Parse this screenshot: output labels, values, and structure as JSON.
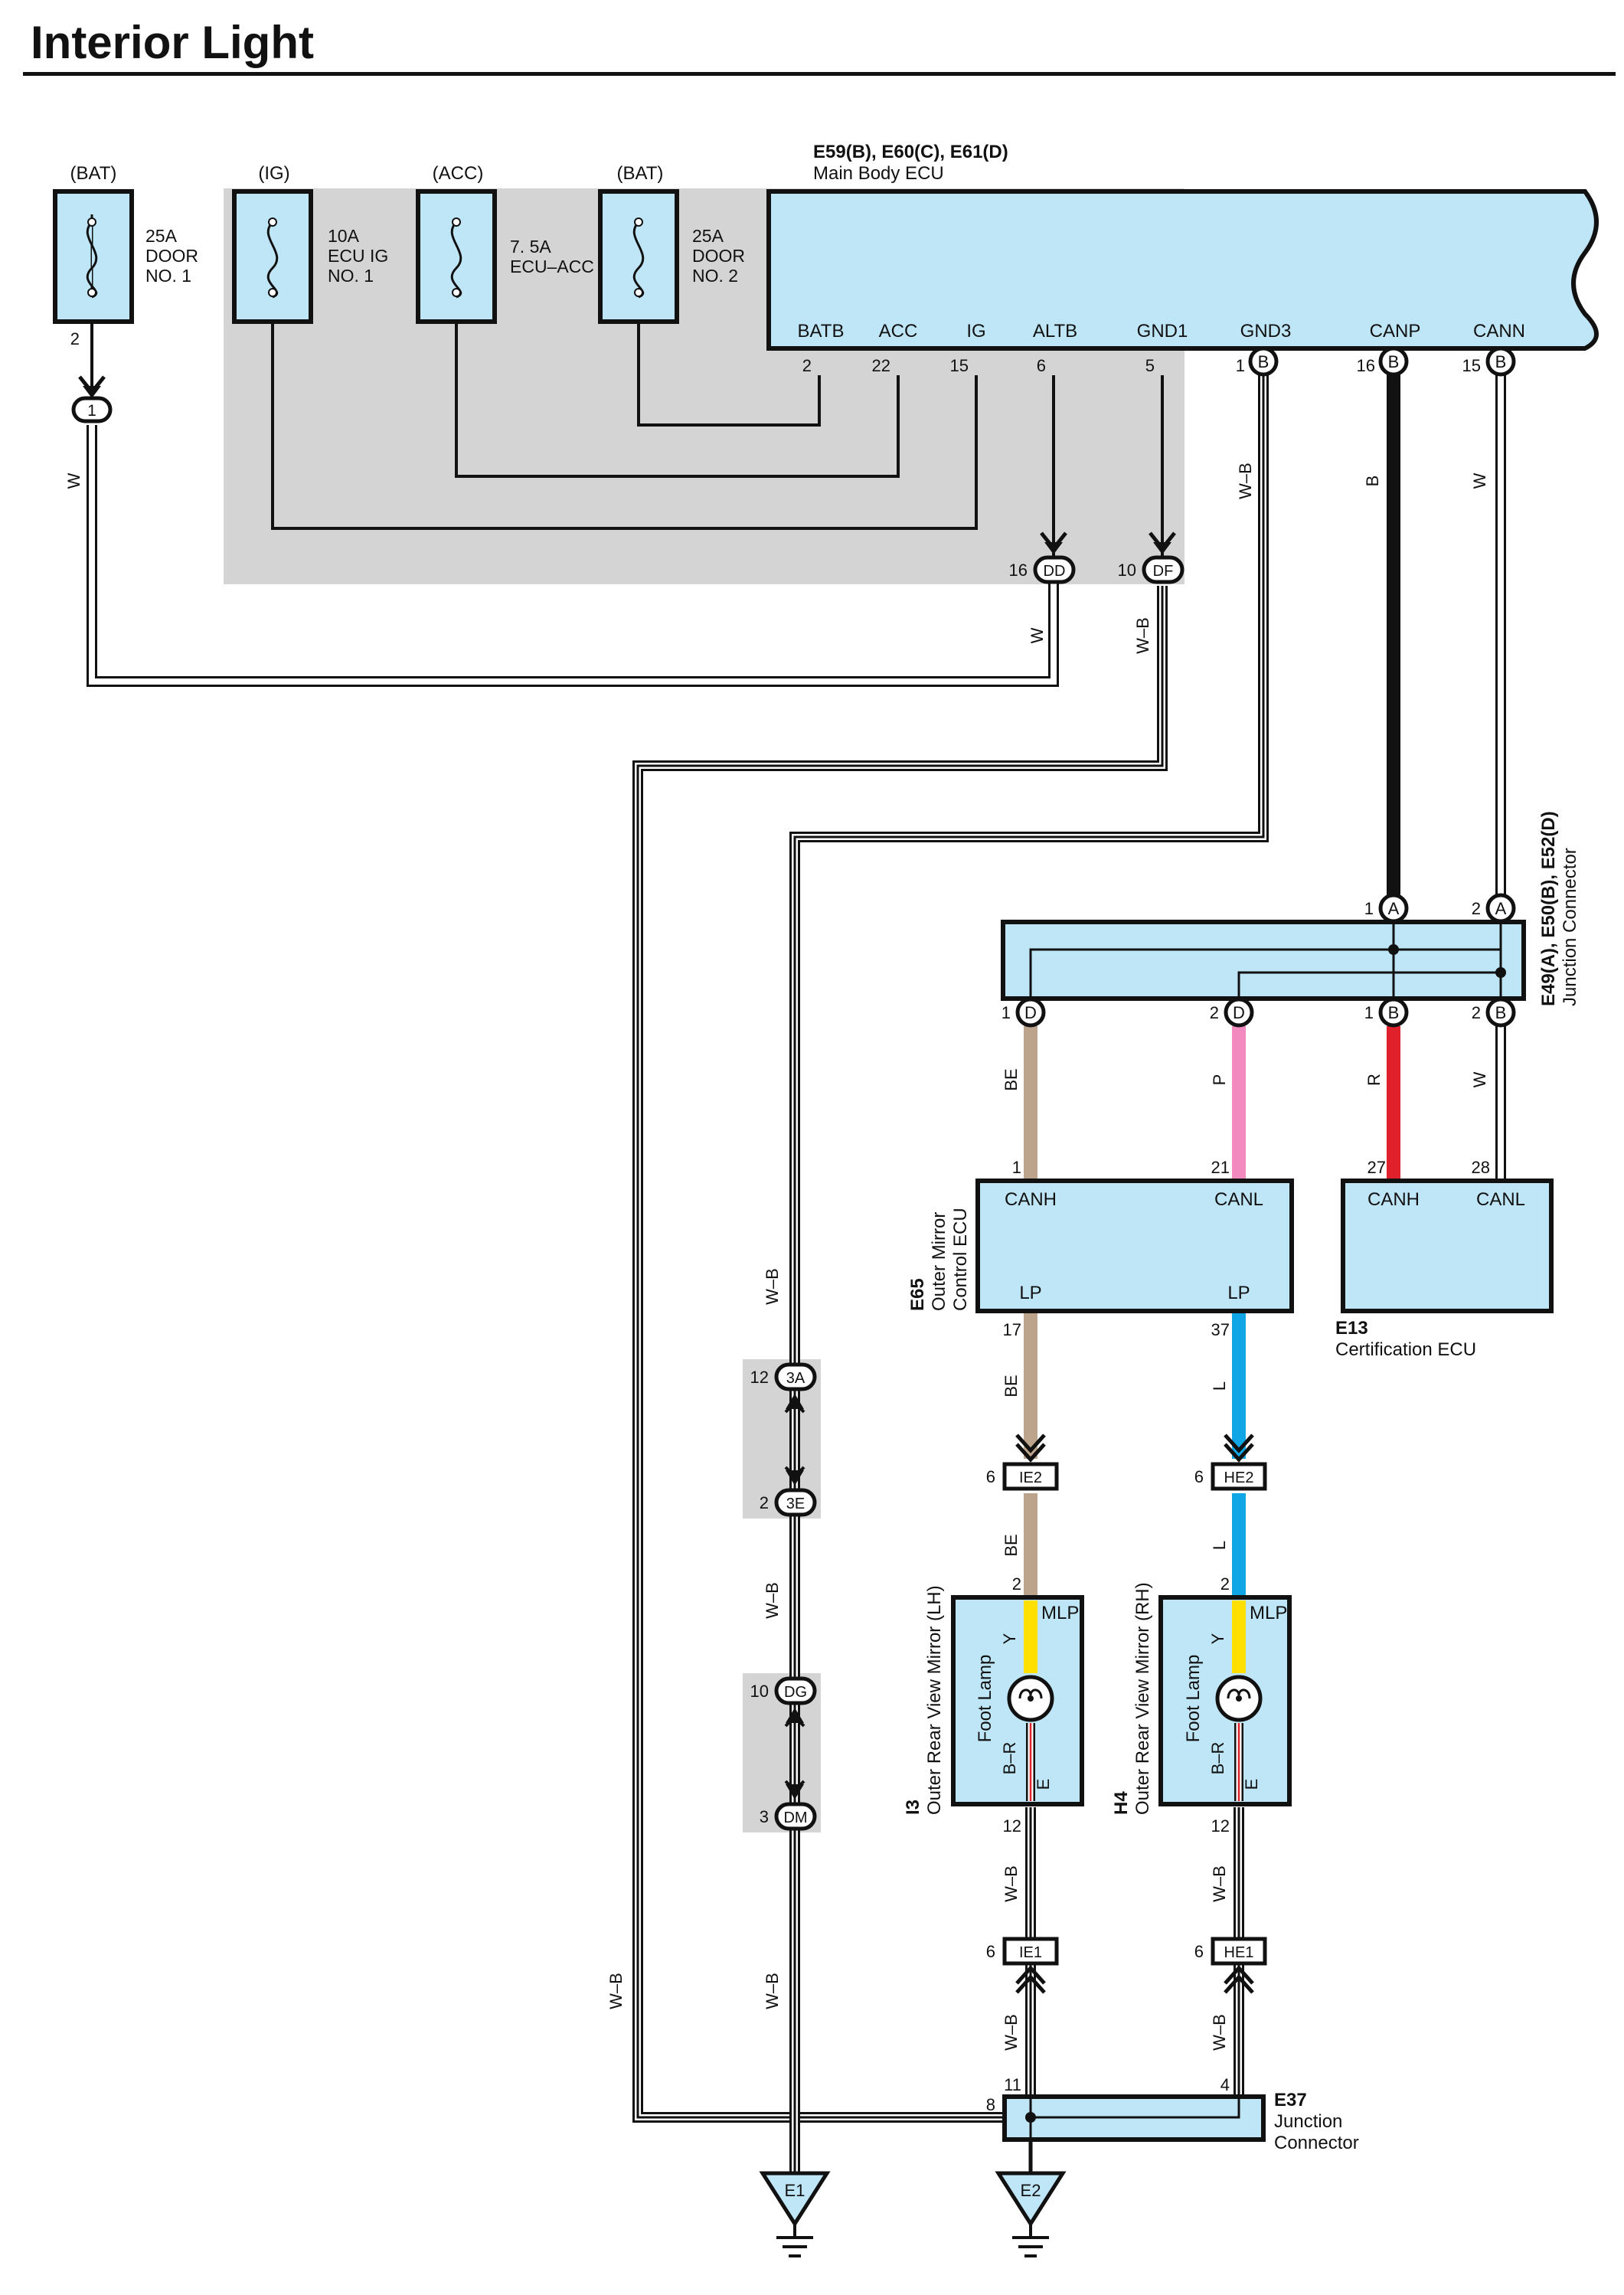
{
  "title": "Interior Light",
  "fuses": [
    {
      "source": "(BAT)",
      "rating": "25A",
      "name_lines": [
        "DOOR",
        "NO. 1"
      ],
      "pin": "2"
    },
    {
      "source": "(IG)",
      "rating": "10A",
      "name_lines": [
        "ECU IG",
        "NO. 1"
      ]
    },
    {
      "source": "(ACC)",
      "rating": "7. 5A",
      "name_lines": [
        "ECU–ACC"
      ]
    },
    {
      "source": "(BAT)",
      "rating": "25A",
      "name_lines": [
        "DOOR",
        "NO. 2"
      ]
    }
  ],
  "main_body_ecu": {
    "codes": "E59(B), E60(C), E61(D)",
    "name": "Main Body ECU",
    "terminals": [
      {
        "label": "BATB",
        "pin": "2"
      },
      {
        "label": "ACC",
        "pin": "22"
      },
      {
        "label": "IG",
        "pin": "15"
      },
      {
        "label": "ALTB",
        "pin": "6"
      },
      {
        "label": "GND1",
        "pin": "5"
      },
      {
        "label": "GND3",
        "pin": "1",
        "conn": "B"
      },
      {
        "label": "CANP",
        "pin": "16",
        "conn": "B"
      },
      {
        "label": "CANN",
        "pin": "15",
        "conn": "B"
      }
    ]
  },
  "jc_top": {
    "pin": "1"
  },
  "inline_connectors": [
    {
      "pin": "16",
      "code": "DD"
    },
    {
      "pin": "10",
      "code": "DF"
    },
    {
      "pin": "12",
      "code": "3A"
    },
    {
      "pin": "2",
      "code": "3E"
    },
    {
      "pin": "10",
      "code": "DG"
    },
    {
      "pin": "3",
      "code": "DM"
    },
    {
      "pin": "6",
      "code": "IE2"
    },
    {
      "pin": "6",
      "code": "HE2"
    },
    {
      "pin": "6",
      "code": "IE1"
    },
    {
      "pin": "6",
      "code": "HE1"
    }
  ],
  "wire_labels": {
    "w": "W",
    "wb": "W–B",
    "b": "B",
    "be": "BE",
    "p": "P",
    "r": "R",
    "l": "L",
    "y": "Y",
    "br": "B–R"
  },
  "colors": {
    "panel": "#bfe6f7",
    "shade": "#d4d4d4",
    "beige": "#bca48c",
    "pink": "#f28ac0",
    "red": "#e0202a",
    "blue": "#10a6e6",
    "yellow": "#ffe000"
  },
  "junction_connector_can": {
    "codes": "E49(A), E50(B), E52(D)",
    "name": "Junction Connector",
    "top_pins": [
      {
        "pin": "1",
        "conn": "A"
      },
      {
        "pin": "2",
        "conn": "A"
      }
    ],
    "bottom_pins": [
      {
        "pin": "1",
        "conn": "D"
      },
      {
        "pin": "2",
        "conn": "D"
      },
      {
        "pin": "1",
        "conn": "B"
      },
      {
        "pin": "2",
        "conn": "B"
      }
    ]
  },
  "outer_mirror_ecu": {
    "code": "E65",
    "name_lines": [
      "Outer Mirror",
      "Control ECU"
    ],
    "terminals": [
      {
        "label": "CANH",
        "pin": "1"
      },
      {
        "label": "CANL",
        "pin": "21"
      },
      {
        "label": "LP",
        "pin": "17"
      },
      {
        "label": "LP",
        "pin": "37"
      }
    ]
  },
  "certification_ecu": {
    "code": "E13",
    "name": "Certification ECU",
    "terminals": [
      {
        "label": "CANH",
        "pin": "27"
      },
      {
        "label": "CANL",
        "pin": "28"
      }
    ]
  },
  "mirrors": [
    {
      "code": "I3",
      "name": "Outer Rear View Mirror (LH)",
      "lamp": "Foot Lamp",
      "terminal_top": "MLP",
      "terminal_bottom": "E",
      "pin_top": "2",
      "pin_bottom": "12"
    },
    {
      "code": "H4",
      "name": "Outer Rear View Mirror (RH)",
      "lamp": "Foot Lamp",
      "terminal_top": "MLP",
      "terminal_bottom": "E",
      "pin_top": "2",
      "pin_bottom": "12"
    }
  ],
  "junction_connector_e37": {
    "code": "E37",
    "name_lines": [
      "Junction",
      "Connector"
    ],
    "pins": [
      "11",
      "4",
      "8"
    ]
  },
  "grounds": [
    "E1",
    "E2"
  ]
}
